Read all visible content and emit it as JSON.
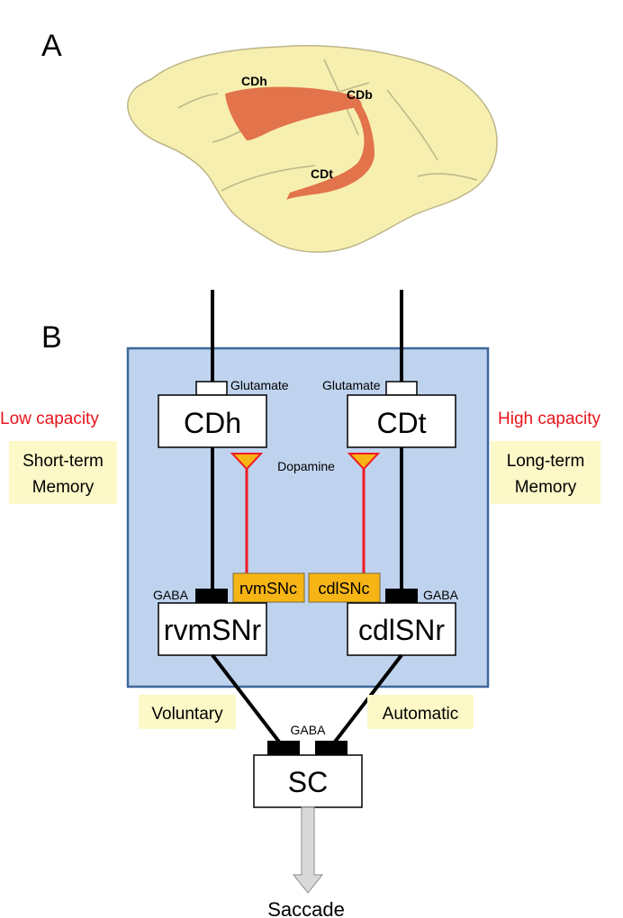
{
  "panel_a": {
    "letter": "A",
    "labels": {
      "cdh": "CDh",
      "cdb": "CDb",
      "cdt": "CDt"
    }
  },
  "panel_b": {
    "letter": "B",
    "nodes": {
      "cdh": "CDh",
      "cdt": "CDt",
      "rvmsnr": "rvmSNr",
      "cdlsnr": "cdlSNr",
      "sc": "SC",
      "rvmsnc": "rvmSNc",
      "cdlsnc": "cdlSNc"
    },
    "transmitters": {
      "glutamate_left": "Glutamate",
      "glutamate_right": "Glutamate",
      "dopamine": "Dopamine",
      "gaba_left": "GABA",
      "gaba_right": "GABA",
      "gaba_sc": "GABA"
    },
    "side_labels": {
      "low_capacity": "Low capacity",
      "high_capacity": "High capacity",
      "short_term_1": "Short-term",
      "short_term_2": "Memory",
      "long_term_1": "Long-term",
      "long_term_2": "Memory",
      "voluntary": "Voluntary",
      "automatic": "Automatic"
    },
    "output": "Saccade"
  },
  "colors": {
    "brain": "#f7efb0",
    "caudate": "#e2734a",
    "panel_fill": "#bfd3ee",
    "panel_border": "#3e679b",
    "snc_fill": "#f7b515",
    "dopamine_line": "#ee1c25",
    "capacity_text": "#e8141b",
    "memory_bg": "#fcf8c8"
  }
}
